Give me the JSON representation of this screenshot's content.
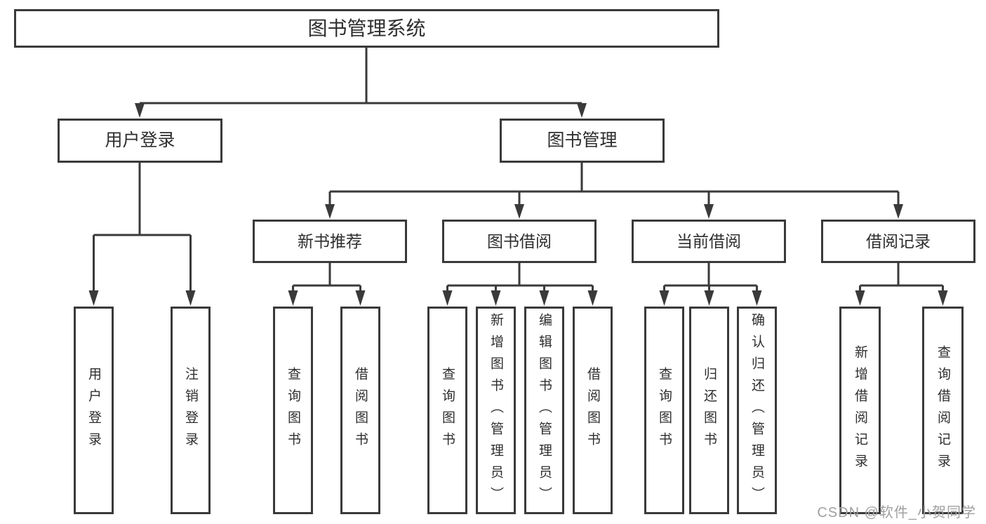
{
  "tree": {
    "root": "图书管理系统",
    "children": [
      {
        "label": "用户登录",
        "children": [
          "用户登录",
          "注销登录"
        ]
      },
      {
        "label": "图书管理",
        "children": [
          {
            "label": "新书推荐",
            "children": [
              "查询图书",
              "借阅图书"
            ]
          },
          {
            "label": "图书借阅",
            "children": [
              "查询图书",
              "新增图书（管理员）",
              "编辑图书（管理员）",
              "借阅图书"
            ]
          },
          {
            "label": "当前借阅",
            "children": [
              "查询图书",
              "归还图书",
              "确认归还（管理员）"
            ]
          },
          {
            "label": "借阅记录",
            "children": [
              "新增借阅记录",
              "查询借阅记录"
            ]
          }
        ]
      }
    ]
  },
  "watermark": {
    "text": "CSDN @软件_小贺同学"
  },
  "colors": {
    "line": "#3a3a3a",
    "text": "#2e2e2e",
    "watermark": "#a0a0a0",
    "background": "#ffffff"
  }
}
